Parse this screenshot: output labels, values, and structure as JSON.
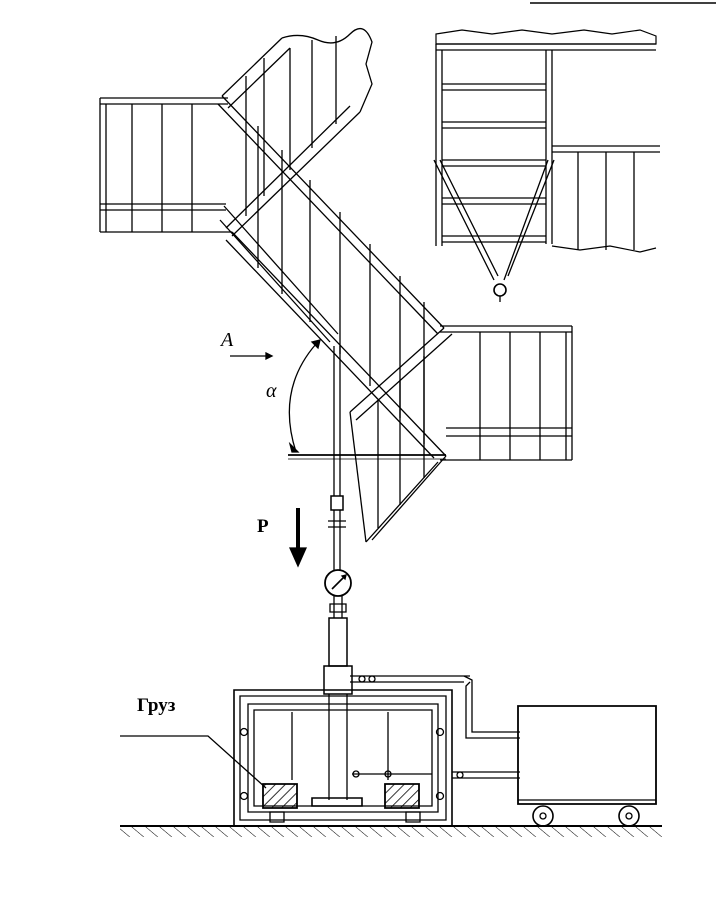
{
  "labels": {
    "view_a": "A",
    "angle": "α",
    "force": "P",
    "load": "Груз"
  },
  "colors": {
    "ink": "#000000",
    "background": "#ffffff",
    "hatch": "#000000"
  }
}
